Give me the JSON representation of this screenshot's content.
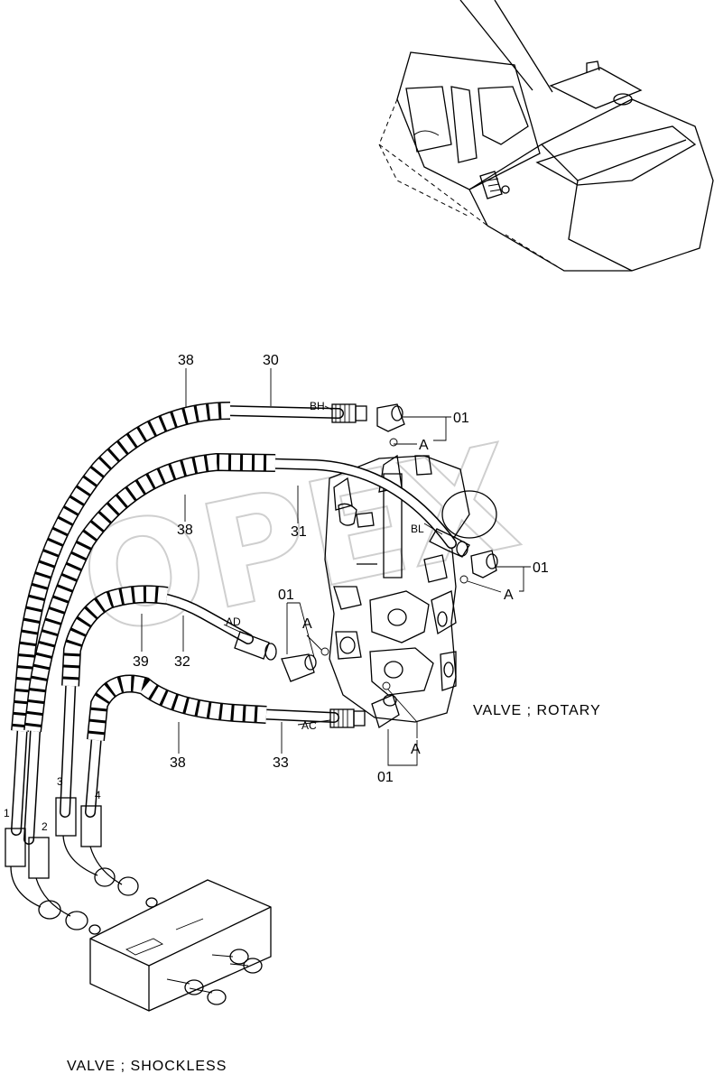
{
  "diagram": {
    "watermark": "OPEX",
    "corner_mark": "",
    "captions": {
      "rotary": "VALVE ; ROTARY",
      "shockless": "VALVE ; SHOCKLESS"
    },
    "part_numbers": {
      "p38_top": "38",
      "p30": "30",
      "p01_top": "01",
      "p38_mid": "38",
      "p31": "31",
      "p01_right": "01",
      "p01_left": "01",
      "p39": "39",
      "p32": "32",
      "p38_bottom": "38",
      "p33": "33",
      "p01_bottom": "01"
    },
    "port_labels": {
      "bh": "BH",
      "bl": "BL",
      "ad": "AD",
      "ac": "AC"
    },
    "detail_refs": {
      "a1": "A",
      "a2": "A",
      "a3": "A",
      "a4": "A"
    },
    "hose_numbers": {
      "h1": "1",
      "h2": "2",
      "h3": "3",
      "h4": "4"
    }
  }
}
